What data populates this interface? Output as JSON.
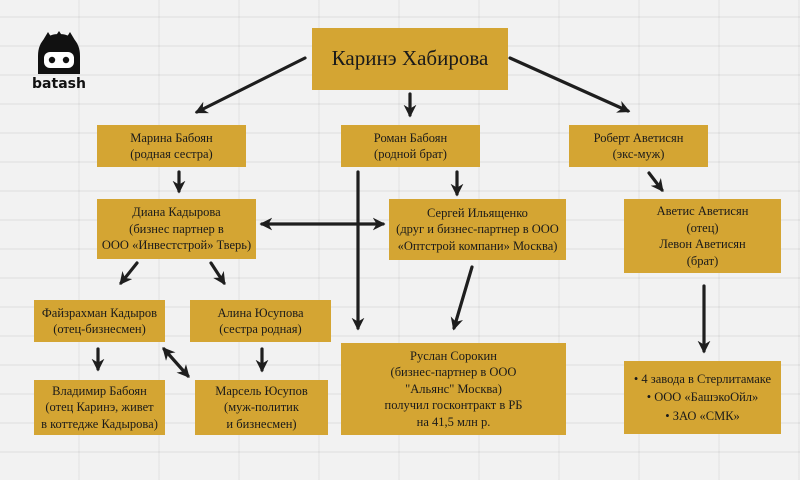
{
  "brand": {
    "logo_text": "batash",
    "logo_icon": "batash-mascot-icon"
  },
  "nodes": {
    "root": [
      "Каринэ Хабирова"
    ],
    "marina": [
      "Марина Бабоян",
      "(родная сестра)"
    ],
    "roman": [
      "Роман Бабоян",
      "(родной брат)"
    ],
    "robert": [
      "Роберт Аветисян",
      "(экс-муж)"
    ],
    "diana": [
      "Диана Кадырова",
      "(бизнес партнер в",
      "ООО «Инвестстрой» Тверь)"
    ],
    "sergey": [
      "Сергей Ильященко",
      "(друг и бизнес-партнер в ООО",
      "«Оптстрой компани» Москва)"
    ],
    "avetis": [
      "Аветис Аветисян",
      "(отец)",
      "Левон Аветисян",
      "(брат)"
    ],
    "fayzrakhman": [
      "Файзрахман Кадыров",
      "(отец-бизнесмен)"
    ],
    "alina": [
      "Алина Юсупова",
      "(сестра родная)"
    ],
    "vladimir": [
      "Владимир Бабоян",
      "(отец Каринэ, живет",
      "в коттедже Кадырова)"
    ],
    "marsel": [
      "Марсель Юсупов",
      "(муж-политик",
      "и бизнесмен)"
    ],
    "ruslan": [
      "Руслан Сорокин",
      "(бизнес-партнер в ООО",
      "\"Альянс\" Москва)",
      "получил госконтракт в РБ",
      "на 41,5 млн р."
    ],
    "assets": [
      "• 4 завода в Стерлитамаке",
      "• ООО «БашэкоОйл»",
      "• ЗАО «СМК»"
    ]
  }
}
